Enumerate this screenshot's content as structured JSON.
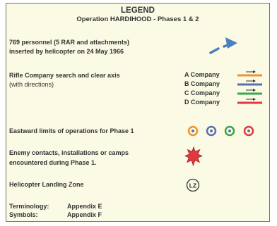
{
  "legend": {
    "title": "LEGEND",
    "subtitle": "Operation HARDIHOOD - Phases 1 & 2",
    "insertion": {
      "line1": "769 personnel (5 RAR and attachments)",
      "line2": "inserted by helicopter on 24 May 1966",
      "arrow_color": "#4a7fc1"
    },
    "search_axis": {
      "line1": "Rifle Company search and clear axis",
      "line2": "(with directions)",
      "companies": [
        {
          "name": "A Company",
          "color": "#f0932e"
        },
        {
          "name": "B Company",
          "color": "#5b6fae"
        },
        {
          "name": "C Company",
          "color": "#3aa54a"
        },
        {
          "name": "D Company",
          "color": "#e0393e"
        }
      ]
    },
    "eastward_limits": {
      "label": "Eastward limits of operations for Phase 1",
      "colors": [
        "#f0932e",
        "#5b6fae",
        "#3aa54a",
        "#e0393e"
      ]
    },
    "enemy": {
      "line1": "Enemy contacts, installations or camps",
      "line2": "encountered during Phase 1.",
      "color": "#e0393e"
    },
    "lz": {
      "label": "Helicopter Landing Zone",
      "symbol": "LZ"
    },
    "terminology": {
      "label": "Terminology:",
      "value": "Appendix E"
    },
    "symbols": {
      "label": "Symbols:",
      "value": "Appendix F"
    }
  }
}
